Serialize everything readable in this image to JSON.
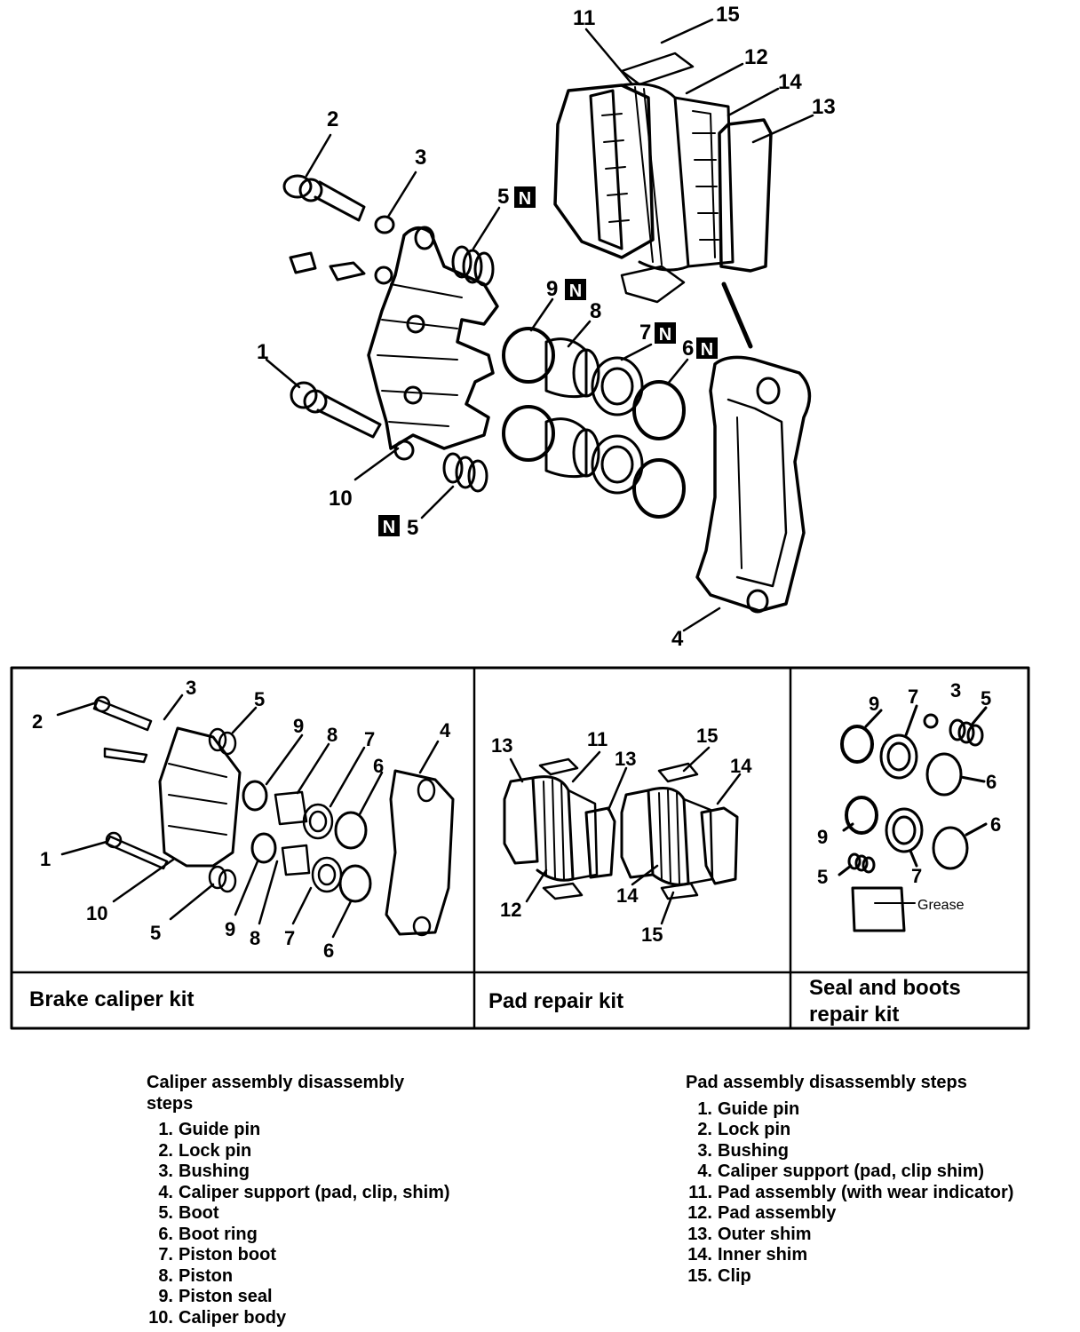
{
  "main_diagram": {
    "callouts": [
      "1",
      "2",
      "3",
      "4",
      "5",
      "6",
      "7",
      "8",
      "9",
      "10",
      "11",
      "12",
      "13",
      "14",
      "15"
    ],
    "new_part_mark": "N"
  },
  "kits": [
    {
      "label": "Brake caliper kit"
    },
    {
      "label": "Pad repair kit"
    },
    {
      "label": "Seal and boots repair kit",
      "label_lines": [
        "Seal and boots",
        "repair kit"
      ],
      "grease_label": "Grease"
    }
  ],
  "caliper_steps": {
    "title_lines": [
      "Caliper assembly disassembly",
      "steps"
    ],
    "items": [
      {
        "num": "1.",
        "text": "Guide pin"
      },
      {
        "num": "2.",
        "text": "Lock pin"
      },
      {
        "num": "3.",
        "text": "Bushing"
      },
      {
        "num": "4.",
        "text": "Caliper support (pad, clip, shim)"
      },
      {
        "num": "5.",
        "text": "Boot"
      },
      {
        "num": "6.",
        "text": "Boot ring"
      },
      {
        "num": "7.",
        "text": "Piston boot"
      },
      {
        "num": "8.",
        "text": "Piston"
      },
      {
        "num": "9.",
        "text": "Piston seal"
      },
      {
        "num": "10.",
        "text": "Caliper body"
      }
    ]
  },
  "pad_steps": {
    "title": "Pad assembly disassembly steps",
    "items": [
      {
        "num": "1.",
        "text": "Guide pin"
      },
      {
        "num": "2.",
        "text": "Lock pin"
      },
      {
        "num": "3.",
        "text": "Bushing"
      },
      {
        "num": "4.",
        "text": "Caliper support (pad, clip shim)"
      },
      {
        "num": "11.",
        "text": "Pad assembly (with wear indicator)"
      },
      {
        "num": "12.",
        "text": "Pad assembly"
      },
      {
        "num": "13.",
        "text": "Outer shim"
      },
      {
        "num": "14.",
        "text": "Inner shim"
      },
      {
        "num": "15.",
        "text": "Clip"
      }
    ]
  }
}
